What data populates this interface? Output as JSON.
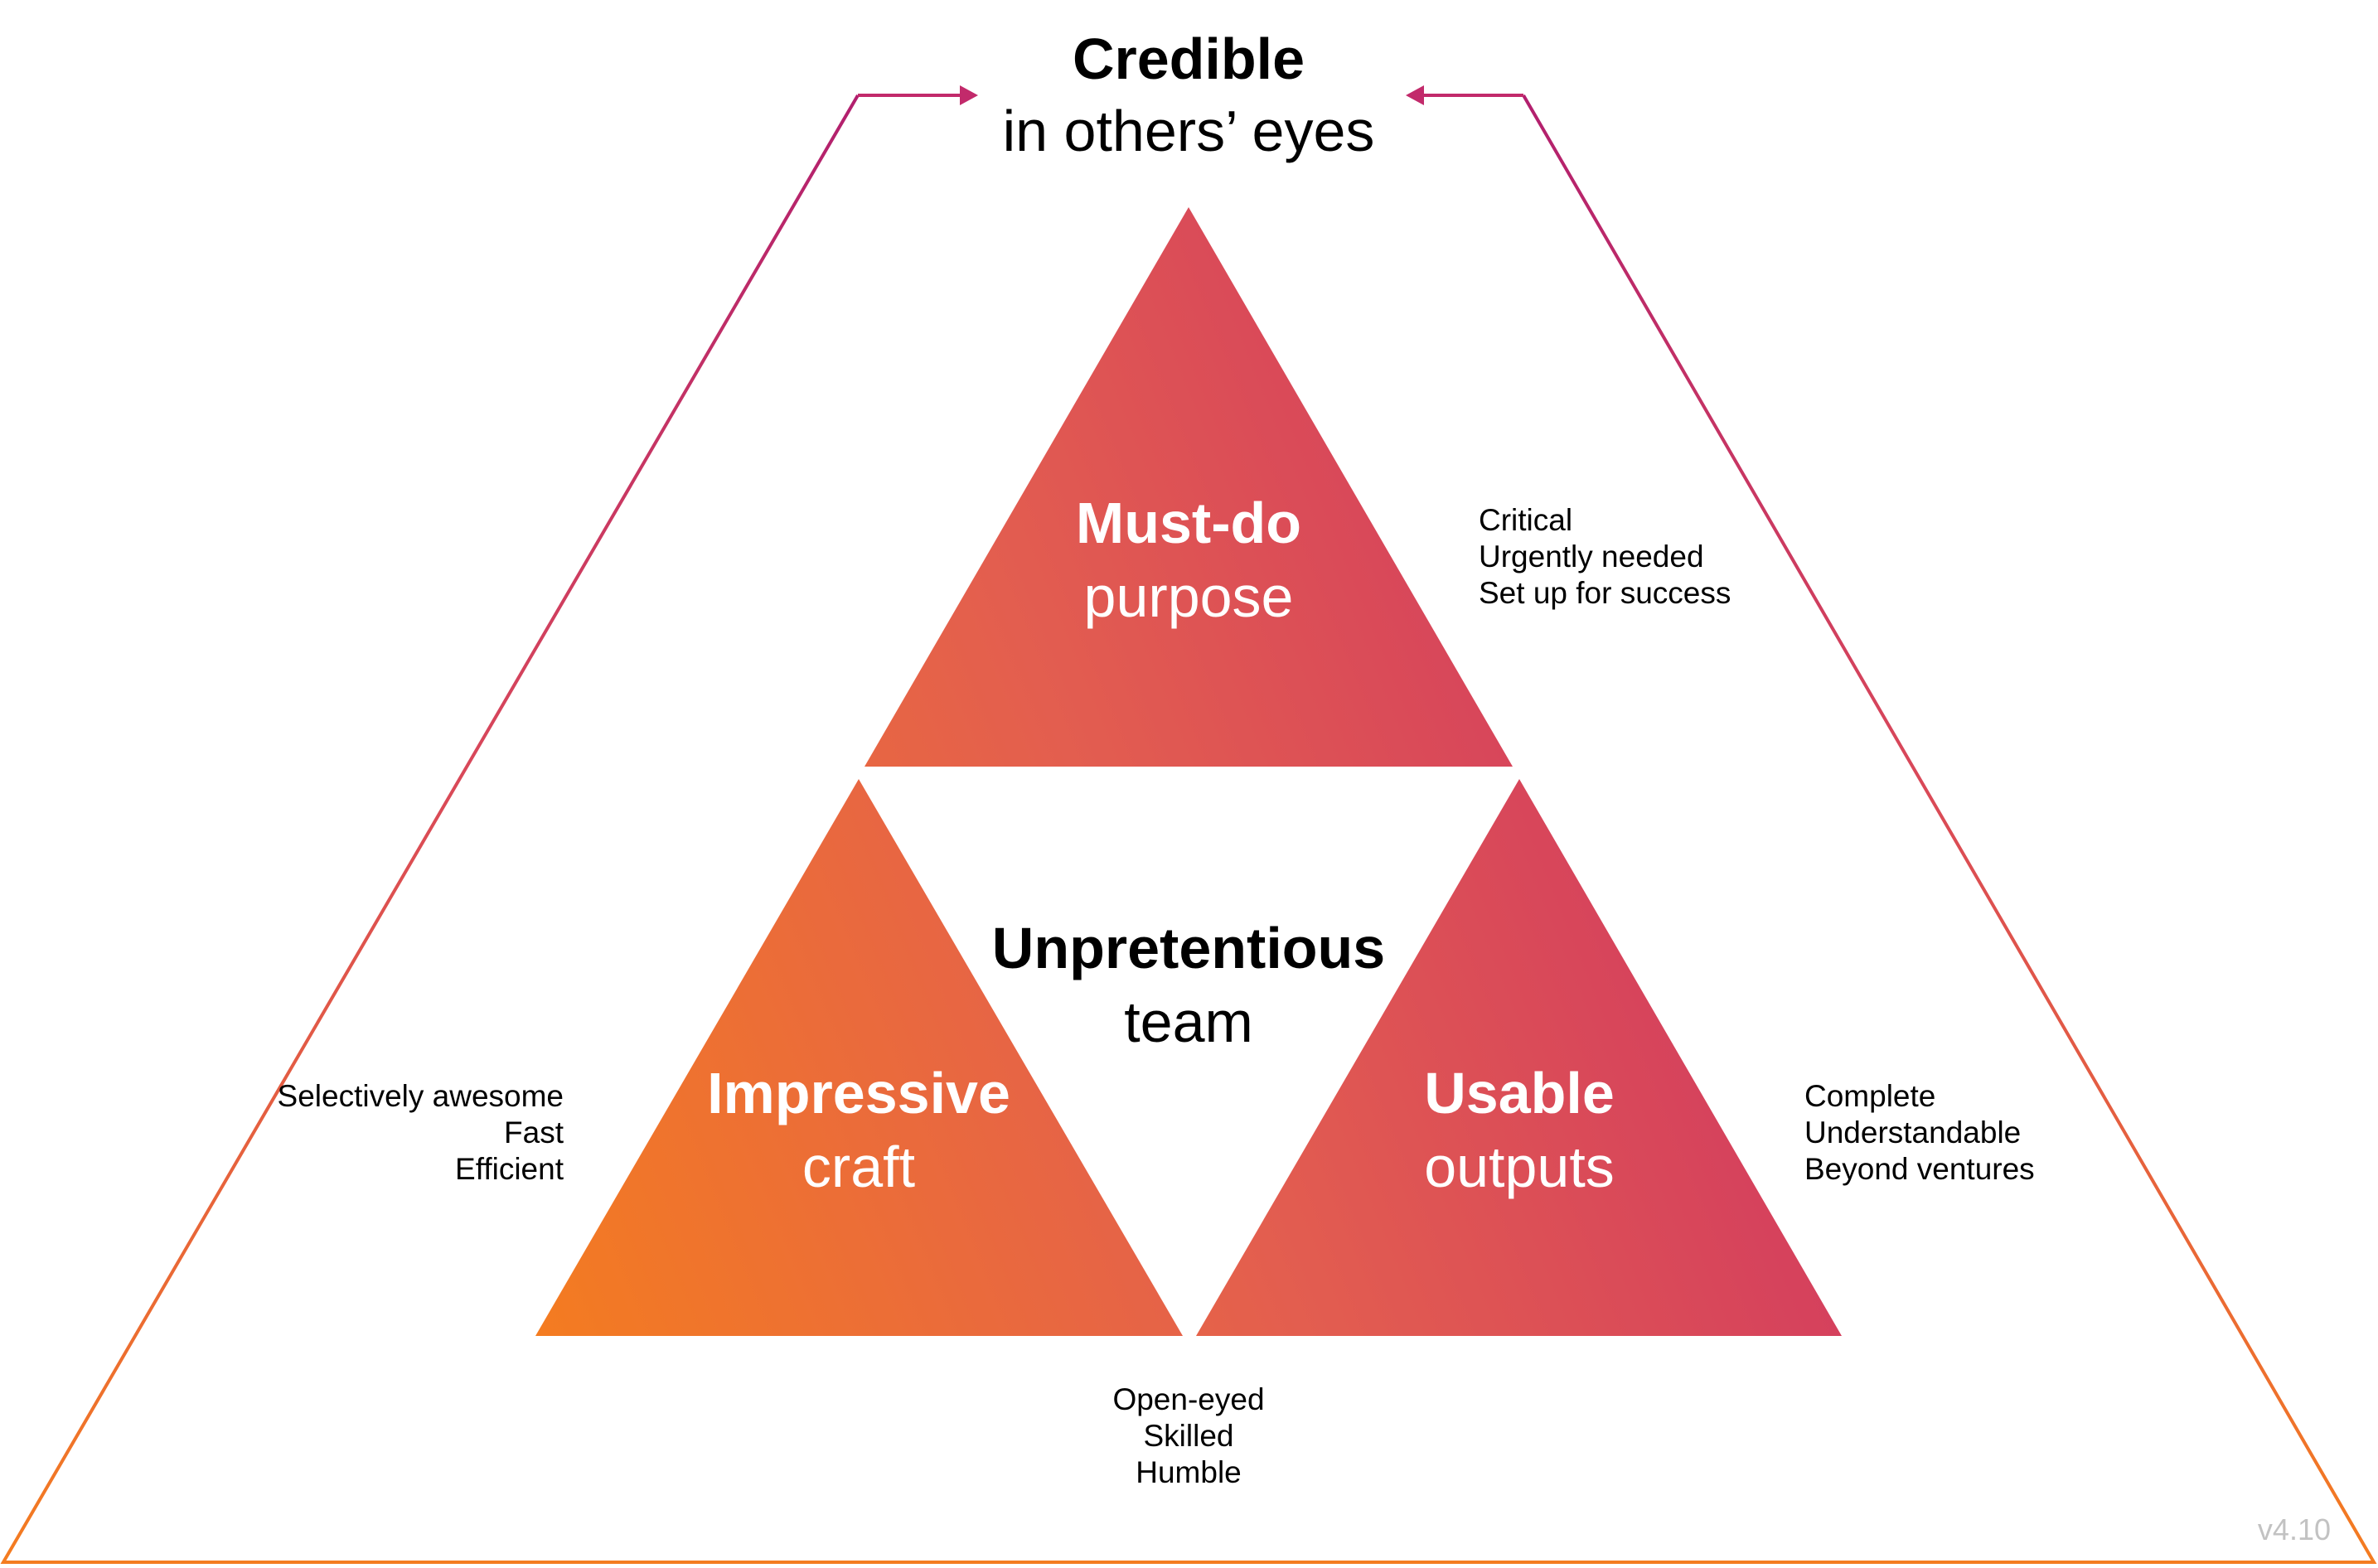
{
  "colors": {
    "orange": "#F47C20",
    "magenta": "#D33A63",
    "deep_magenta": "#B21F6E",
    "text": "#000000",
    "white_text": "#FFFFFF",
    "version_gray": "#C2C2C2"
  },
  "header": {
    "title": "Credible",
    "subtitle": "in others’ eyes"
  },
  "center": {
    "title": "Unpretentious",
    "subtitle": "team"
  },
  "triangles": {
    "top": {
      "title": "Must-do",
      "subtitle": "purpose"
    },
    "left": {
      "title": "Impressive",
      "subtitle": "craft"
    },
    "right": {
      "title": "Usable",
      "subtitle": "outputs"
    }
  },
  "lists": {
    "purpose": [
      "Critical",
      "Urgently needed",
      "Set up for success"
    ],
    "craft": [
      "Selectively awesome",
      "Fast",
      "Efficient"
    ],
    "outputs": [
      "Complete",
      "Understandable",
      "Beyond ventures"
    ],
    "team": [
      "Open-eyed",
      "Skilled",
      "Humble"
    ]
  },
  "version": "v4.10"
}
